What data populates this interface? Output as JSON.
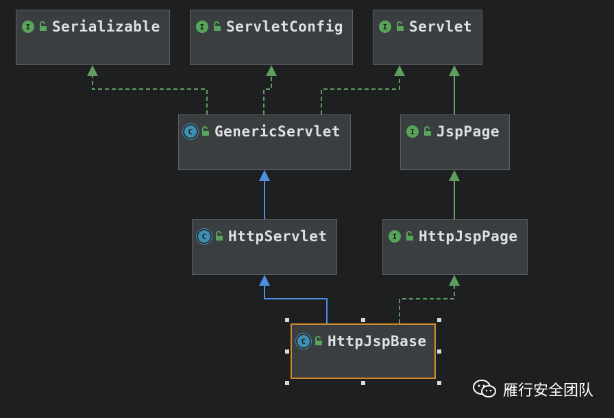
{
  "diagram": {
    "nodes": [
      {
        "id": "serializable",
        "label": "Serializable",
        "kind": "interface",
        "kind_glyph": "I"
      },
      {
        "id": "servletconfig",
        "label": "ServletConfig",
        "kind": "interface",
        "kind_glyph": "I"
      },
      {
        "id": "servlet",
        "label": "Servlet",
        "kind": "interface",
        "kind_glyph": "I"
      },
      {
        "id": "genericservlet",
        "label": "GenericServlet",
        "kind": "class",
        "kind_glyph": "C"
      },
      {
        "id": "jsppage",
        "label": "JspPage",
        "kind": "interface",
        "kind_glyph": "I"
      },
      {
        "id": "httpservlet",
        "label": "HttpServlet",
        "kind": "class",
        "kind_glyph": "C"
      },
      {
        "id": "httpjsppage",
        "label": "HttpJspPage",
        "kind": "interface",
        "kind_glyph": "I"
      },
      {
        "id": "httpjspbase",
        "label": "HttpJspBase",
        "kind": "class",
        "kind_glyph": "C",
        "selected": true
      }
    ],
    "edges": [
      {
        "from": "genericservlet",
        "to": "serializable",
        "type": "implements"
      },
      {
        "from": "genericservlet",
        "to": "servletconfig",
        "type": "implements"
      },
      {
        "from": "genericservlet",
        "to": "servlet",
        "type": "implements"
      },
      {
        "from": "jsppage",
        "to": "servlet",
        "type": "extends-interface"
      },
      {
        "from": "httpservlet",
        "to": "genericservlet",
        "type": "extends-class"
      },
      {
        "from": "httpjsppage",
        "to": "jsppage",
        "type": "extends-interface"
      },
      {
        "from": "httpjspbase",
        "to": "httpservlet",
        "type": "extends-class"
      },
      {
        "from": "httpjspbase",
        "to": "httpjsppage",
        "type": "implements"
      }
    ],
    "colors": {
      "implements": "#5f9e5f",
      "extends-interface": "#5f9e5f",
      "extends-class": "#4c8fe0",
      "selection": "#d08c2c"
    }
  },
  "watermark": {
    "text": "雁行安全团队",
    "icon": "wechat-icon"
  }
}
